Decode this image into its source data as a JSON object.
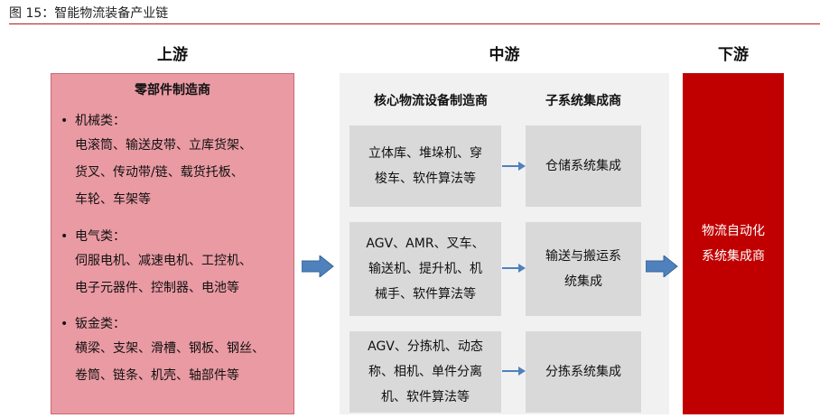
{
  "figure_title": "图 15：智能物流装备产业链",
  "columns": {
    "upstream": "上游",
    "midstream": "中游",
    "downstream": "下游"
  },
  "upstream": {
    "subtitle": "零部件制造商",
    "groups": [
      {
        "bullet": "•",
        "name": "机械类：",
        "lines": [
          "电滚筒、输送皮带、立库货架、",
          "货叉、传动带/链、载货托板、",
          "车轮、车架等"
        ]
      },
      {
        "bullet": "•",
        "name": "电气类：",
        "lines": [
          "伺服电机、减速电机、工控机、",
          "电子元器件、控制器、电池等"
        ]
      },
      {
        "bullet": "•",
        "name": "钣金类：",
        "lines": [
          "横梁、支架、滑槽、钢板、钢丝、",
          "卷筒、链条、机壳、轴部件等"
        ]
      }
    ]
  },
  "midstream": {
    "left_header": "核心物流设备制造商",
    "right_header": "子系统集成商",
    "rows": [
      {
        "left": [
          "立体库、堆垛机、穿",
          "梭车、软件算法等"
        ],
        "right": [
          "仓储系统集成"
        ]
      },
      {
        "left": [
          "AGV、AMR、叉车、",
          "输送机、提升机、机",
          "械手、软件算法等"
        ],
        "right": [
          "输送与搬运系",
          "统集成"
        ]
      },
      {
        "left": [
          "AGV、分拣机、动态",
          "称、相机、单件分离",
          "机、软件算法等"
        ],
        "right": [
          "分拣系统集成"
        ]
      }
    ]
  },
  "downstream": {
    "lines": [
      "物流自动化",
      "系统集成商"
    ]
  },
  "colors": {
    "upstream_fill": "#ea9aa3",
    "downstream_fill": "#c00000",
    "arrow": "#4f81bd",
    "rule": "#b01c1c"
  }
}
